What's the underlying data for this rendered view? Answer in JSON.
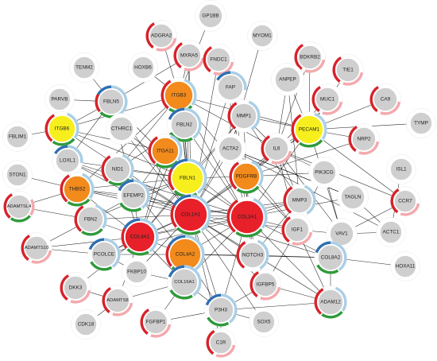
{
  "colors": {
    "gray": "#cfcfcf",
    "red": "#e8202a",
    "orange": "#f28a1c",
    "yellow": "#f7ef1d",
    "ring_red": "#d8222a",
    "ring_pink": "#f4a9ad",
    "ring_green": "#2f9a3a",
    "ring_blue": "#2f6fb2",
    "ring_lightblue": "#a9cfe6"
  },
  "nodes": [
    {
      "id": "GP1BB",
      "label": "GP1BB",
      "fill": "gray",
      "ring": "none"
    },
    {
      "id": "ADGRA2",
      "label": "ADGRA2",
      "fill": "gray",
      "ring": "rp"
    },
    {
      "id": "MXRA5",
      "label": "MXRA5",
      "fill": "gray",
      "ring": "rp"
    },
    {
      "id": "FNDC1",
      "label": "FNDC1",
      "fill": "gray",
      "ring": "rp"
    },
    {
      "id": "MYOM1",
      "label": "MYOM1",
      "fill": "gray",
      "ring": "none"
    },
    {
      "id": "BDKRB2",
      "label": "BDKRB2",
      "fill": "gray",
      "ring": "rp"
    },
    {
      "id": "TENM2",
      "label": "TENM2",
      "fill": "gray",
      "ring": "none"
    },
    {
      "id": "HOXB6",
      "label": "HOXB6",
      "fill": "gray",
      "ring": "none"
    },
    {
      "id": "TIE1",
      "label": "TIE1",
      "fill": "gray",
      "ring": "rp"
    },
    {
      "id": "PARVB",
      "label": "PARVB",
      "fill": "gray",
      "ring": "none"
    },
    {
      "id": "FBLN5",
      "label": "FBLN5",
      "fill": "gray",
      "ring": "rbgl"
    },
    {
      "id": "ITGB3",
      "label": "ITGB3",
      "fill": "orange",
      "ring": "rgl"
    },
    {
      "id": "FAP",
      "label": "FAP",
      "fill": "gray",
      "ring": "bl"
    },
    {
      "id": "ANPEP",
      "label": "ANPEP",
      "fill": "gray",
      "ring": "none"
    },
    {
      "id": "MUC1",
      "label": "MUC1",
      "fill": "gray",
      "ring": "rp"
    },
    {
      "id": "CA9",
      "label": "CA9",
      "fill": "gray",
      "ring": "rp"
    },
    {
      "id": "MMP1",
      "label": "MMP1",
      "fill": "gray",
      "ring": "rl"
    },
    {
      "id": "FBLN1M",
      "label": "FBLIM1",
      "fill": "gray",
      "ring": "none"
    },
    {
      "id": "ITGB6",
      "label": "ITGB6",
      "fill": "yellow",
      "ring": "rgl"
    },
    {
      "id": "CTHRC1",
      "label": "CTHRC1",
      "fill": "gray",
      "ring": "none"
    },
    {
      "id": "FBLN2",
      "label": "FBLN2",
      "fill": "gray",
      "ring": "bgl"
    },
    {
      "id": "PECAM1",
      "label": "PECAM1",
      "fill": "yellow",
      "ring": "rgl"
    },
    {
      "id": "TYMP",
      "label": "TYMP",
      "fill": "gray",
      "ring": "none"
    },
    {
      "id": "LOXL1",
      "label": "LOXL1",
      "fill": "gray",
      "ring": "bl"
    },
    {
      "id": "ITGA11",
      "label": "ITGA11",
      "fill": "orange",
      "ring": "rgl"
    },
    {
      "id": "ACTA2",
      "label": "ACTA2",
      "fill": "gray",
      "ring": "none"
    },
    {
      "id": "IL6",
      "label": "IL6",
      "fill": "gray",
      "ring": "rp"
    },
    {
      "id": "NRP2",
      "label": "NRP2",
      "fill": "gray",
      "ring": "rp"
    },
    {
      "id": "NID1",
      "label": "NID1",
      "fill": "gray",
      "ring": "rgl"
    },
    {
      "id": "FBLN1",
      "label": "FBLN1",
      "fill": "yellow",
      "ring": "rbgl"
    },
    {
      "id": "PDGFRB",
      "label": "PDGFRB",
      "fill": "orange",
      "ring": "rgl"
    },
    {
      "id": "PIK3CG",
      "label": "PIK3CG",
      "fill": "gray",
      "ring": "none"
    },
    {
      "id": "STON1",
      "label": "STON1",
      "fill": "gray",
      "ring": "none"
    },
    {
      "id": "ISL1",
      "label": "ISL1",
      "fill": "gray",
      "ring": "none"
    },
    {
      "id": "THBS2",
      "label": "THBS2",
      "fill": "orange",
      "ring": "rgl"
    },
    {
      "id": "EFEMP2",
      "label": "EFEMP2",
      "fill": "gray",
      "ring": "bgl"
    },
    {
      "id": "ADAMTSL4",
      "label": "ADAMTSL4",
      "fill": "gray",
      "ring": "rgp"
    },
    {
      "id": "TAGLN",
      "label": "TAGLN",
      "fill": "gray",
      "ring": "none"
    },
    {
      "id": "MMP3",
      "label": "MMP3",
      "fill": "gray",
      "ring": "rl"
    },
    {
      "id": "CCR7",
      "label": "CCR7",
      "fill": "gray",
      "ring": "rp"
    },
    {
      "id": "FBN2",
      "label": "FBN2",
      "fill": "gray",
      "ring": "rgl"
    },
    {
      "id": "COL1A1",
      "label": "COL1A1",
      "fill": "red",
      "ring": "rbgl"
    },
    {
      "id": "COL3A1",
      "label": "COL3A1",
      "fill": "red",
      "ring": "rgl"
    },
    {
      "id": "IGF1",
      "label": "IGF1",
      "fill": "gray",
      "ring": "rp"
    },
    {
      "id": "VAV1",
      "label": "VAV1",
      "fill": "gray",
      "ring": "none"
    },
    {
      "id": "ACTC1",
      "label": "ACTC1",
      "fill": "gray",
      "ring": "none"
    },
    {
      "id": "ADAMTS10",
      "label": "ADAMTS10",
      "fill": "gray",
      "ring": "rp"
    },
    {
      "id": "COL4A1",
      "label": "COL4A1",
      "fill": "red",
      "ring": "rbgl"
    },
    {
      "id": "PCOLCE",
      "label": "PCOLCE",
      "fill": "gray",
      "ring": "bgl"
    },
    {
      "id": "COL4A2",
      "label": "COL4A2",
      "fill": "orange",
      "ring": "rbgl"
    },
    {
      "id": "NOTCH3",
      "label": "NOTCH3",
      "fill": "gray",
      "ring": "rl"
    },
    {
      "id": "COL8A2",
      "label": "COL8A2",
      "fill": "gray",
      "ring": "bgl"
    },
    {
      "id": "HOXA11",
      "label": "HOXA11",
      "fill": "gray",
      "ring": "none"
    },
    {
      "id": "FKBP10",
      "label": "FKBP10",
      "fill": "gray",
      "ring": "none"
    },
    {
      "id": "DKK3",
      "label": "DKK3",
      "fill": "gray",
      "ring": "rp"
    },
    {
      "id": "ADAMTS8",
      "label": "ADAMTS8",
      "fill": "gray",
      "ring": "rp"
    },
    {
      "id": "COL16A1",
      "label": "COL16A1",
      "fill": "gray",
      "ring": "bgl"
    },
    {
      "id": "IGFBP5",
      "label": "IGFBP5",
      "fill": "gray",
      "ring": "rp"
    },
    {
      "id": "ADAM12",
      "label": "ADAM12",
      "fill": "gray",
      "ring": "rgl"
    },
    {
      "id": "CDK18",
      "label": "CDK18",
      "fill": "gray",
      "ring": "none"
    },
    {
      "id": "FGFBP1",
      "label": "FGFBP1",
      "fill": "gray",
      "ring": "rp"
    },
    {
      "id": "P3H3",
      "label": "P3H3",
      "fill": "gray",
      "ring": "bgl"
    },
    {
      "id": "SOX5",
      "label": "SOX5",
      "fill": "gray",
      "ring": "none"
    },
    {
      "id": "C1R",
      "label": "C1R",
      "fill": "gray",
      "ring": "rp"
    }
  ],
  "edges": [
    [
      "GP1BB",
      "ITGB3"
    ],
    [
      "ADGRA2",
      "ITGB3"
    ],
    [
      "MXRA5",
      "FBLN5"
    ],
    [
      "MXRA5",
      "FBLN1"
    ],
    [
      "MXRA5",
      "COL1A1"
    ],
    [
      "MXRA5",
      "ITGB3"
    ],
    [
      "FNDC1",
      "COL1A1"
    ],
    [
      "FNDC1",
      "FAP"
    ],
    [
      "BDKRB2",
      "IL6"
    ],
    [
      "BDKRB2",
      "PECAM1"
    ],
    [
      "TIE1",
      "PECAM1"
    ],
    [
      "TENM2",
      "FBLN5"
    ],
    [
      "HOXB6",
      "ITGB3"
    ],
    [
      "PARVB",
      "ITGB6"
    ],
    [
      "PARVB",
      "FBLN5"
    ],
    [
      "FBLN1M",
      "ITGB6"
    ],
    [
      "FBLN5",
      "FBLN1"
    ],
    [
      "FBLN5",
      "COL1A1"
    ],
    [
      "FBLN5",
      "ITGB6"
    ],
    [
      "FBLN5",
      "LOXL1"
    ],
    [
      "FBLN5",
      "EFEMP2"
    ],
    [
      "ITGB3",
      "FBLN1"
    ],
    [
      "ITGB3",
      "COL1A1"
    ],
    [
      "ITGB3",
      "PECAM1"
    ],
    [
      "ITGB3",
      "ITGB6"
    ],
    [
      "ITGB3",
      "ITGA11"
    ],
    [
      "ITGB3",
      "THBS2"
    ],
    [
      "ITGB3",
      "PDGFRB"
    ],
    [
      "ITGB3",
      "IL6"
    ],
    [
      "ITGB3",
      "FBLN2"
    ],
    [
      "ITGB3",
      "COL3A1"
    ],
    [
      "ITGB3",
      "NID1"
    ],
    [
      "FAP",
      "COL1A1"
    ],
    [
      "FAP",
      "COL3A1"
    ],
    [
      "FAP",
      "MMP1"
    ],
    [
      "FAP",
      "ACTA2"
    ],
    [
      "FAP",
      "PDGFRB"
    ],
    [
      "ANPEP",
      "PECAM1"
    ],
    [
      "ANPEP",
      "IL6"
    ],
    [
      "ANPEP",
      "MMP3"
    ],
    [
      "MUC1",
      "IL6"
    ],
    [
      "MUC1",
      "PECAM1"
    ],
    [
      "CA9",
      "PECAM1"
    ],
    [
      "MMP1",
      "COL1A1"
    ],
    [
      "MMP1",
      "COL3A1"
    ],
    [
      "MMP1",
      "IL6"
    ],
    [
      "MMP1",
      "MMP3"
    ],
    [
      "MMP1",
      "PECAM1"
    ],
    [
      "MMP1",
      "COL4A1"
    ],
    [
      "ITGB6",
      "COL1A1"
    ],
    [
      "ITGB6",
      "ITGA11"
    ],
    [
      "ITGB6",
      "FBLN1"
    ],
    [
      "ITGB6",
      "LOXL1"
    ],
    [
      "CTHRC1",
      "COL1A1"
    ],
    [
      "CTHRC1",
      "FBLN1"
    ],
    [
      "FBLN2",
      "FBLN1"
    ],
    [
      "FBLN2",
      "COL1A1"
    ],
    [
      "FBLN2",
      "COL3A1"
    ],
    [
      "FBLN2",
      "COL4A1"
    ],
    [
      "FBLN2",
      "EFEMP2"
    ],
    [
      "FBLN2",
      "NID1"
    ],
    [
      "PECAM1",
      "IL6"
    ],
    [
      "PECAM1",
      "COL1A1"
    ],
    [
      "PECAM1",
      "NRP2"
    ],
    [
      "PECAM1",
      "PDGFRB"
    ],
    [
      "PECAM1",
      "COL3A1"
    ],
    [
      "PECAM1",
      "CCR7"
    ],
    [
      "PECAM1",
      "VAV1"
    ],
    [
      "TYMP",
      "PECAM1"
    ],
    [
      "LOXL1",
      "COL1A1"
    ],
    [
      "LOXL1",
      "FBLN1"
    ],
    [
      "LOXL1",
      "COL3A1"
    ],
    [
      "LOXL1",
      "THBS2"
    ],
    [
      "ITGA11",
      "COL1A1"
    ],
    [
      "ITGA11",
      "COL3A1"
    ],
    [
      "ITGA11",
      "FBLN1"
    ],
    [
      "ITGA11",
      "COL4A1"
    ],
    [
      "ACTA2",
      "COL1A1"
    ],
    [
      "ACTA2",
      "TAGLN"
    ],
    [
      "ACTA2",
      "PDGFRB"
    ],
    [
      "ACTA2",
      "COL3A1"
    ],
    [
      "ACTA2",
      "IGF1"
    ],
    [
      "ACTA2",
      "ACTC1"
    ],
    [
      "IL6",
      "COL1A1"
    ],
    [
      "IL6",
      "IGF1"
    ],
    [
      "IL6",
      "MMP3"
    ],
    [
      "IL6",
      "CCR7"
    ],
    [
      "IL6",
      "PDGFRB"
    ],
    [
      "IL6",
      "VAV1"
    ],
    [
      "NRP2",
      "PDGFRB"
    ],
    [
      "NID1",
      "COL4A1"
    ],
    [
      "NID1",
      "COL4A2"
    ],
    [
      "NID1",
      "FBLN1"
    ],
    [
      "NID1",
      "COL1A1"
    ],
    [
      "NID1",
      "EFEMP2"
    ],
    [
      "FBLN1",
      "COL1A1"
    ],
    [
      "FBLN1",
      "COL3A1"
    ],
    [
      "FBLN1",
      "COL4A1"
    ],
    [
      "FBLN1",
      "COL4A2"
    ],
    [
      "FBLN1",
      "EFEMP2"
    ],
    [
      "FBLN1",
      "FBN2"
    ],
    [
      "FBLN1",
      "THBS2"
    ],
    [
      "FBLN1",
      "PDGFRB"
    ],
    [
      "PDGFRB",
      "COL1A1"
    ],
    [
      "PDGFRB",
      "COL3A1"
    ],
    [
      "PDGFRB",
      "IGF1"
    ],
    [
      "PDGFRB",
      "PIK3CG"
    ],
    [
      "PDGFRB",
      "NOTCH3"
    ],
    [
      "PIK3CG",
      "VAV1"
    ],
    [
      "PIK3CG",
      "IL6"
    ],
    [
      "PIK3CG",
      "IGF1"
    ],
    [
      "STON1",
      "THBS2"
    ],
    [
      "ISL1",
      "ACTC1"
    ],
    [
      "THBS2",
      "COL1A1"
    ],
    [
      "THBS2",
      "COL3A1"
    ],
    [
      "THBS2",
      "COL4A1"
    ],
    [
      "THBS2",
      "EFEMP2"
    ],
    [
      "THBS2",
      "ADAMTSL4"
    ],
    [
      "EFEMP2",
      "COL1A1"
    ],
    [
      "EFEMP2",
      "COL3A1"
    ],
    [
      "EFEMP2",
      "FBN2"
    ],
    [
      "ADAMTSL4",
      "FBN2"
    ],
    [
      "TAGLN",
      "ACTC1"
    ],
    [
      "TAGLN",
      "COL3A1"
    ],
    [
      "TAGLN",
      "ACTA2"
    ],
    [
      "MMP3",
      "COL1A1"
    ],
    [
      "MMP3",
      "COL3A1"
    ],
    [
      "MMP3",
      "COL4A1"
    ],
    [
      "MMP3",
      "IGF1"
    ],
    [
      "CCR7",
      "VAV1"
    ],
    [
      "FBN2",
      "COL1A1"
    ],
    [
      "FBN2",
      "COL4A1"
    ],
    [
      "FBN2",
      "ADAMTS10"
    ],
    [
      "COL1A1",
      "COL3A1"
    ],
    [
      "COL1A1",
      "COL4A1"
    ],
    [
      "COL1A1",
      "COL4A2"
    ],
    [
      "COL1A1",
      "PCOLCE"
    ],
    [
      "COL1A1",
      "NOTCH3"
    ],
    [
      "COL1A1",
      "COL8A2"
    ],
    [
      "COL1A1",
      "FKBP10"
    ],
    [
      "COL1A1",
      "COL16A1"
    ],
    [
      "COL1A1",
      "IGFBP5"
    ],
    [
      "COL1A1",
      "ADAM12"
    ],
    [
      "COL1A1",
      "P3H3"
    ],
    [
      "COL1A1",
      "IGF1"
    ],
    [
      "COL3A1",
      "COL4A1"
    ],
    [
      "COL3A1",
      "COL4A2"
    ],
    [
      "COL3A1",
      "PCOLCE"
    ],
    [
      "COL3A1",
      "COL8A2"
    ],
    [
      "COL3A1",
      "COL16A1"
    ],
    [
      "COL3A1",
      "P3H3"
    ],
    [
      "COL3A1",
      "IGF1"
    ],
    [
      "COL3A1",
      "NOTCH3"
    ],
    [
      "COL3A1",
      "ADAM12"
    ],
    [
      "COL3A1",
      "IGFBP5"
    ],
    [
      "IGF1",
      "IGFBP5"
    ],
    [
      "IGF1",
      "VAV1"
    ],
    [
      "ADAMTS10",
      "COL4A1"
    ],
    [
      "COL4A1",
      "COL4A2"
    ],
    [
      "COL4A1",
      "PCOLCE"
    ],
    [
      "COL4A1",
      "COL16A1"
    ],
    [
      "COL4A1",
      "DKK3"
    ],
    [
      "COL4A1",
      "ADAMTS8"
    ],
    [
      "PCOLCE",
      "COL4A2"
    ],
    [
      "PCOLCE",
      "FKBP10"
    ],
    [
      "COL4A2",
      "COL16A1"
    ],
    [
      "COL4A2",
      "NOTCH3"
    ],
    [
      "COL4A2",
      "P3H3"
    ],
    [
      "COL4A2",
      "COL8A2"
    ],
    [
      "NOTCH3",
      "IGFBP5"
    ],
    [
      "NOTCH3",
      "COL8A2"
    ],
    [
      "COL8A2",
      "ADAM12"
    ],
    [
      "COL8A2",
      "HOXA11"
    ],
    [
      "FKBP10",
      "COL16A1"
    ],
    [
      "DKK3",
      "ADAMTS8"
    ],
    [
      "ADAMTS8",
      "CDK18"
    ],
    [
      "COL16A1",
      "P3H3"
    ],
    [
      "COL16A1",
      "FGFBP1"
    ],
    [
      "COL16A1",
      "ADAMTS8"
    ],
    [
      "IGFBP5",
      "ADAM12"
    ],
    [
      "IGFBP5",
      "P3H3"
    ],
    [
      "P3H3",
      "FGFBP1"
    ],
    [
      "P3H3",
      "C1R"
    ],
    [
      "P3H3",
      "SOX5"
    ],
    [
      "ADAM12",
      "P3H3"
    ],
    [
      "C1R",
      "COL1A1"
    ],
    [
      "SOX5",
      "COL1A1"
    ],
    [
      "ADAMTS10",
      "PCOLCE"
    ],
    [
      "MYOM1",
      "ACTA2"
    ],
    [
      "IGF1",
      "ADAM12"
    ],
    [
      "VAV1",
      "ACTC1"
    ],
    [
      "MMP3",
      "NOTCH3"
    ],
    [
      "EFEMP2",
      "COL4A1"
    ],
    [
      "LOXL1",
      "EFEMP2"
    ],
    [
      "MMP1",
      "FBLN1"
    ]
  ]
}
